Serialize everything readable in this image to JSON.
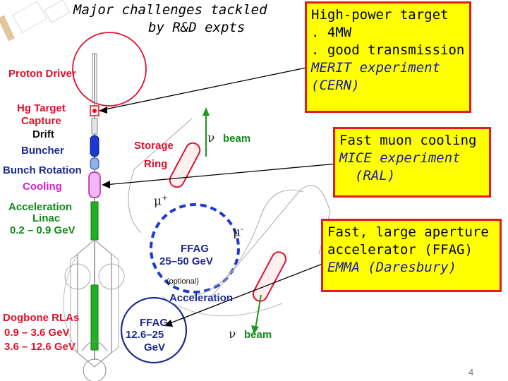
{
  "title": {
    "line1": "Major challenges tackled",
    "line2": "by R&D expts"
  },
  "callouts": [
    {
      "lines": [
        "High-power target",
        ". 4MW",
        ". good transmission"
      ],
      "expt": [
        "MERIT experiment",
        "(CERN)"
      ]
    },
    {
      "lines": [
        "Fast muon cooling"
      ],
      "expt": [
        "MICE experiment",
        "(RAL)"
      ]
    },
    {
      "lines": [
        "Fast, large aperture",
        "accelerator (FFAG)"
      ],
      "expt": [
        "EMMA (Daresbury)"
      ]
    }
  ],
  "labels": {
    "proton_driver": "Proton Driver",
    "hg_target": "Hg Target",
    "capture": "Capture",
    "drift": "Drift",
    "buncher": "Buncher",
    "bunch_rotation": "Bunch Rotation",
    "cooling": "Cooling",
    "acceleration_linac_1": "Acceleration",
    "acceleration_linac_2": "Linac",
    "linac_energy": "0.2 – 0.9 GeV",
    "storage_1": "Storage",
    "storage_2": "Ring",
    "nu_beam_top": "beam",
    "nu_beam_bottom": "beam",
    "nu_symbol": "ν",
    "mu_plus": "μ",
    "mu_plus_sup": "+",
    "mu_minus": "μ",
    "mu_minus_sup": "-",
    "ffag_big_1": "FFAG",
    "ffag_big_2": "25–50 GeV",
    "ffag_optional": "(optional)",
    "acceleration": "Acceleration",
    "dogbone_1": "Dogbone RLAs",
    "dogbone_2": "0.9 – 3.6 GeV",
    "dogbone_3": "3.6 – 12.6 GeV",
    "ffag_small_1": "FFAG",
    "ffag_small_2": "12.6–25",
    "ffag_small_3": "GeV"
  },
  "page_number": "4"
}
